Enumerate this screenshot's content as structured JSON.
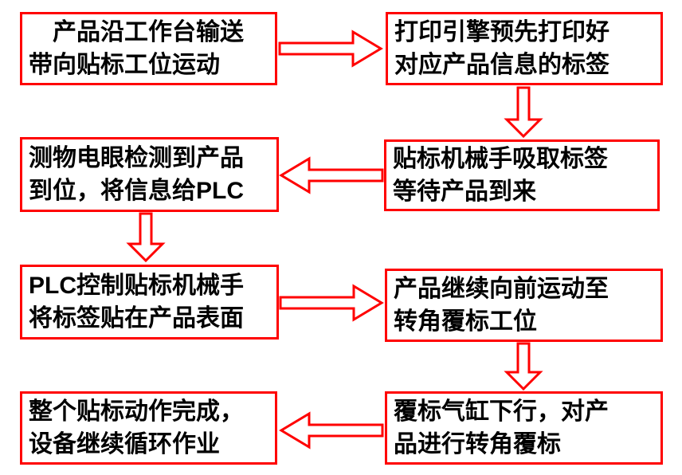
{
  "flowchart": {
    "title": "labeling-process-flowchart",
    "colors": {
      "accent": "#ff0000",
      "box_background": "#ffffff",
      "text": "#000000",
      "page_background": "#ffffff"
    },
    "steps": [
      {
        "id": 1,
        "lines": [
          "　产品沿工作台输送",
          "带向贴标工位运动"
        ]
      },
      {
        "id": 2,
        "lines": [
          "打印引擎预先打印好",
          "对应产品信息的标签"
        ]
      },
      {
        "id": 3,
        "lines": [
          "贴标机械手吸取标签",
          "等待产品到来"
        ]
      },
      {
        "id": 4,
        "lines": [
          "测物电眼检测到产品",
          "到位，将信息给PLC"
        ]
      },
      {
        "id": 5,
        "lines": [
          "PLC控制贴标机械手",
          "将标签贴在产品表面"
        ]
      },
      {
        "id": 6,
        "lines": [
          "产品继续向前运动至",
          "转角覆标工位"
        ]
      },
      {
        "id": 7,
        "lines": [
          "覆标气缸下行，对产",
          "品进行转角覆标"
        ]
      },
      {
        "id": 8,
        "lines": [
          "整个贴标动作完成，",
          "设备继续循环作业"
        ]
      }
    ],
    "arrows": [
      {
        "from": 1,
        "to": 2,
        "direction": "right"
      },
      {
        "from": 2,
        "to": 3,
        "direction": "down"
      },
      {
        "from": 3,
        "to": 4,
        "direction": "left"
      },
      {
        "from": 4,
        "to": 5,
        "direction": "down"
      },
      {
        "from": 5,
        "to": 6,
        "direction": "right"
      },
      {
        "from": 6,
        "to": 7,
        "direction": "down"
      },
      {
        "from": 7,
        "to": 8,
        "direction": "left"
      }
    ]
  }
}
